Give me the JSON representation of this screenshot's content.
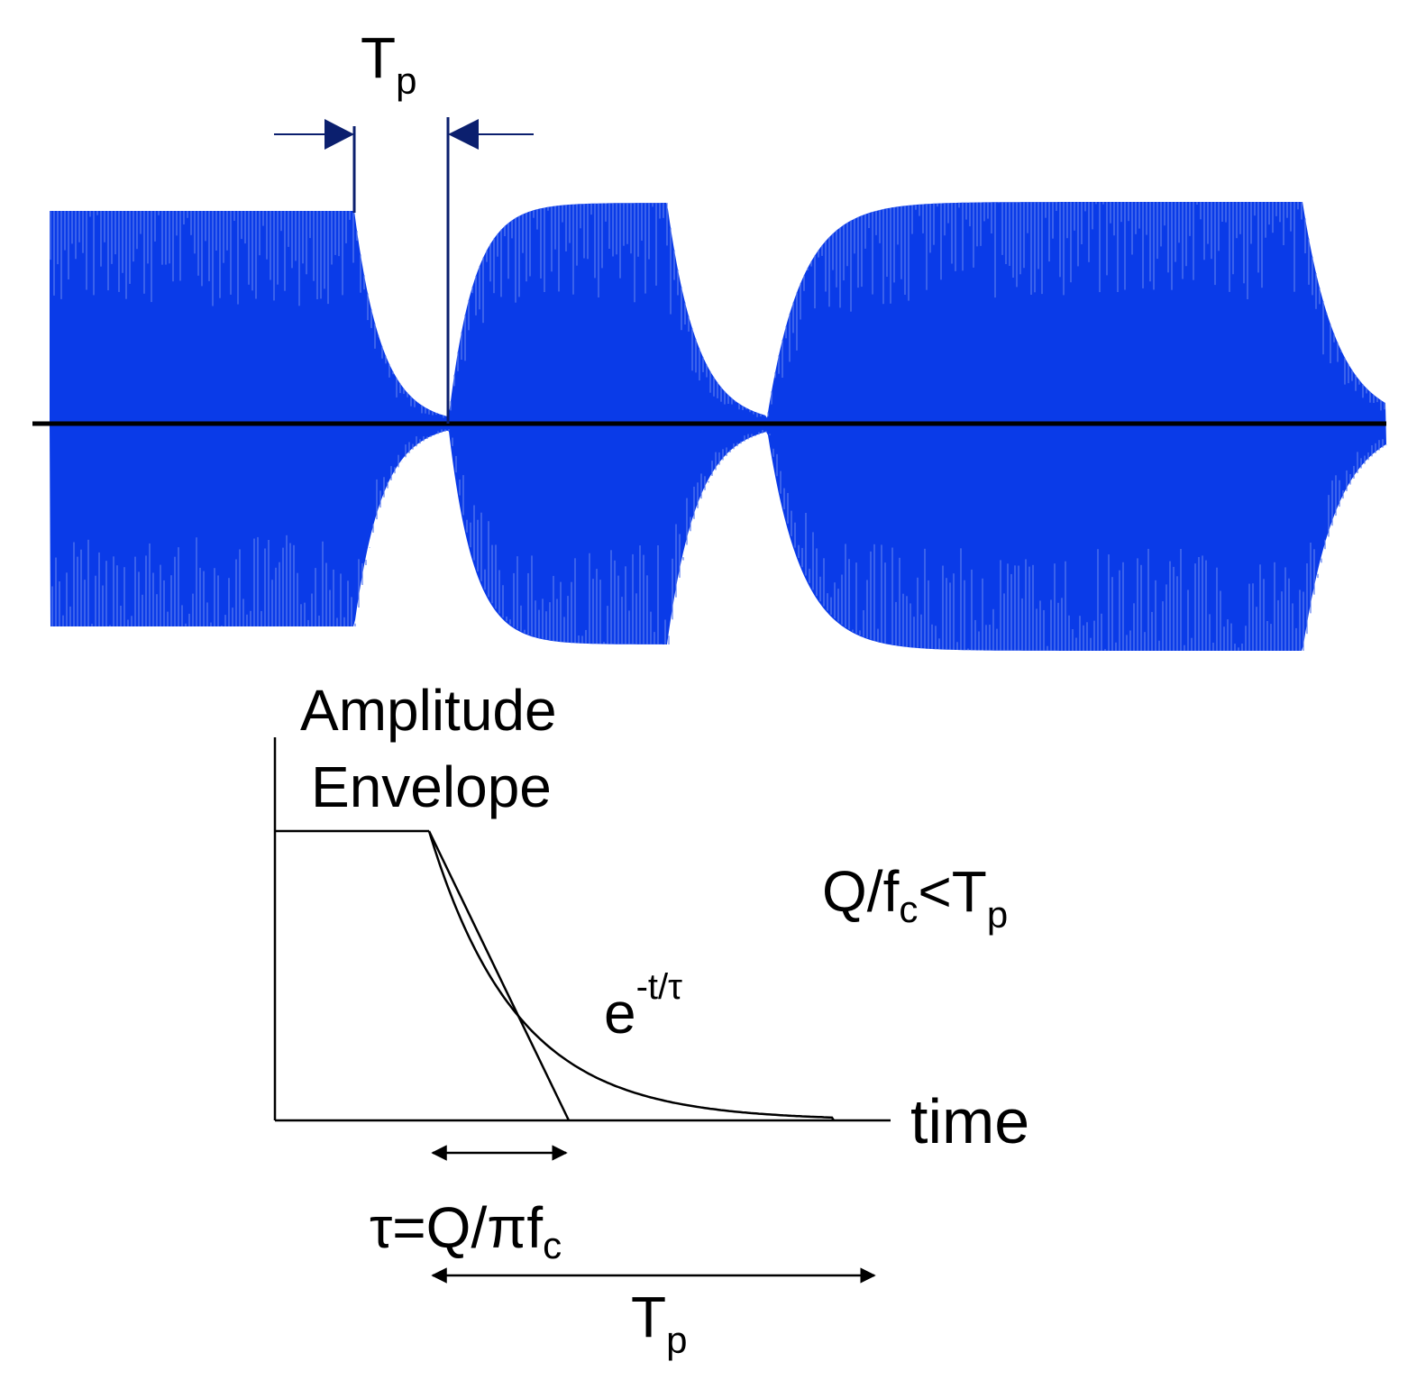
{
  "colors": {
    "waveform": "#0a3be8",
    "waveform_highlight": "#5a7cf0",
    "ink": "#000000",
    "arrow": "#0b1f6e"
  },
  "top": {
    "tp_label": {
      "main": "T",
      "sub": "p"
    }
  },
  "envelope": {
    "title_line1": "Amplitude",
    "title_line2": "Envelope",
    "condition": {
      "q": "Q/f",
      "c": "c",
      "lt": "<T",
      "p": "p"
    },
    "exp_label": {
      "base": "e",
      "exponent": "-t/τ"
    },
    "time_label": "time",
    "tau_label": {
      "main": "τ=Q/πf",
      "sub": "c"
    },
    "tp_label": {
      "main": "T",
      "sub": "p"
    }
  }
}
